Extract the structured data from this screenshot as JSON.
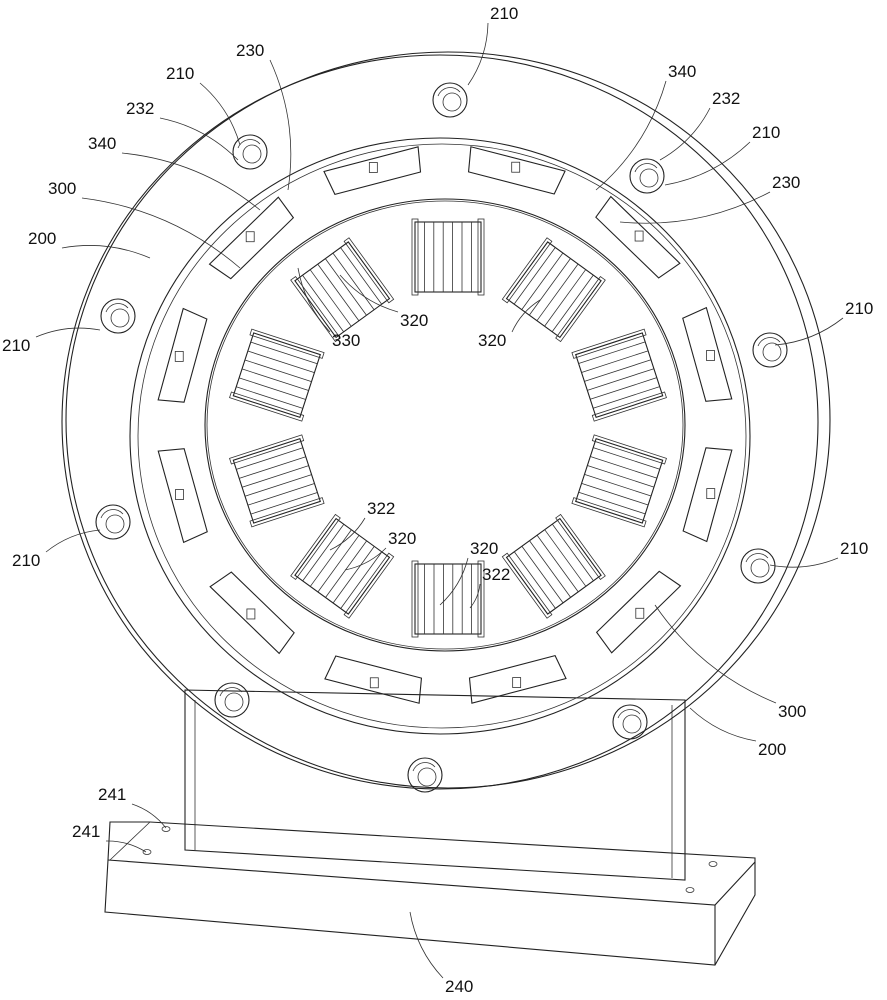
{
  "figure": {
    "labels": [
      {
        "text": "210",
        "ref": "top-bolt-hole"
      },
      {
        "text": "230",
        "ref": "upper-left-slot"
      },
      {
        "text": "210",
        "ref": "upper-left-bolt-hole"
      },
      {
        "text": "232",
        "ref": "upper-left-hole-insert"
      },
      {
        "text": "340",
        "ref": "upper-left-ring-segment"
      },
      {
        "text": "300",
        "ref": "inner-ring-left"
      },
      {
        "text": "200",
        "ref": "outer-flange-left"
      },
      {
        "text": "210",
        "ref": "left-bolt-hole"
      },
      {
        "text": "330",
        "ref": "magnet-gap"
      },
      {
        "text": "320",
        "ref": "upper-magnet-a"
      },
      {
        "text": "320",
        "ref": "upper-magnet-b"
      },
      {
        "text": "340",
        "ref": "upper-right-ring-segment"
      },
      {
        "text": "232",
        "ref": "upper-right-hole-insert"
      },
      {
        "text": "210",
        "ref": "upper-right-bolt-hole"
      },
      {
        "text": "230",
        "ref": "upper-right-slot"
      },
      {
        "text": "210",
        "ref": "right-bolt-hole"
      },
      {
        "text": "210",
        "ref": "lower-left-bolt-hole"
      },
      {
        "text": "322",
        "ref": "lower-magnet-edge-a"
      },
      {
        "text": "320",
        "ref": "lower-magnet-a"
      },
      {
        "text": "320",
        "ref": "lower-magnet-b"
      },
      {
        "text": "322",
        "ref": "lower-magnet-edge-b"
      },
      {
        "text": "210",
        "ref": "lower-right-bolt-hole"
      },
      {
        "text": "300",
        "ref": "inner-ring-right"
      },
      {
        "text": "200",
        "ref": "outer-flange-right"
      },
      {
        "text": "241",
        "ref": "base-hole-a"
      },
      {
        "text": "241",
        "ref": "base-hole-b"
      },
      {
        "text": "240",
        "ref": "base"
      }
    ]
  }
}
